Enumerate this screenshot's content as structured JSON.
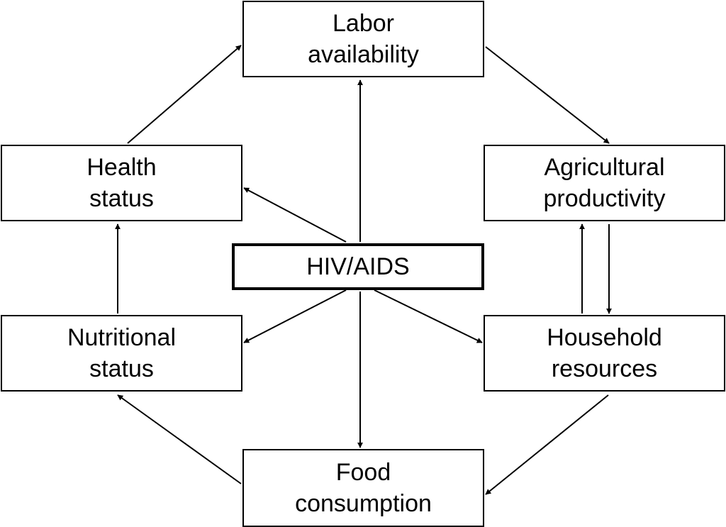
{
  "nodes": {
    "labor": {
      "lines": [
        "Labor",
        "availability"
      ]
    },
    "health": {
      "lines": [
        "Health",
        "status"
      ]
    },
    "agricultural": {
      "lines": [
        "Agricultural",
        "productivity"
      ]
    },
    "hiv": {
      "lines": [
        "HIV/AIDS"
      ]
    },
    "nutritional": {
      "lines": [
        "Nutritional",
        "status"
      ]
    },
    "household": {
      "lines": [
        "Household",
        "resources"
      ]
    },
    "food": {
      "lines": [
        "Food",
        "consumption"
      ]
    }
  },
  "edges": [
    {
      "from": "hiv",
      "to": "labor"
    },
    {
      "from": "hiv",
      "to": "health"
    },
    {
      "from": "hiv",
      "to": "nutritional"
    },
    {
      "from": "hiv",
      "to": "household"
    },
    {
      "from": "hiv",
      "to": "food"
    },
    {
      "from": "health",
      "to": "labor"
    },
    {
      "from": "labor",
      "to": "agricultural"
    },
    {
      "from": "agricultural",
      "to": "household"
    },
    {
      "from": "household",
      "to": "agricultural"
    },
    {
      "from": "household",
      "to": "food"
    },
    {
      "from": "food",
      "to": "nutritional"
    },
    {
      "from": "nutritional",
      "to": "health"
    }
  ]
}
